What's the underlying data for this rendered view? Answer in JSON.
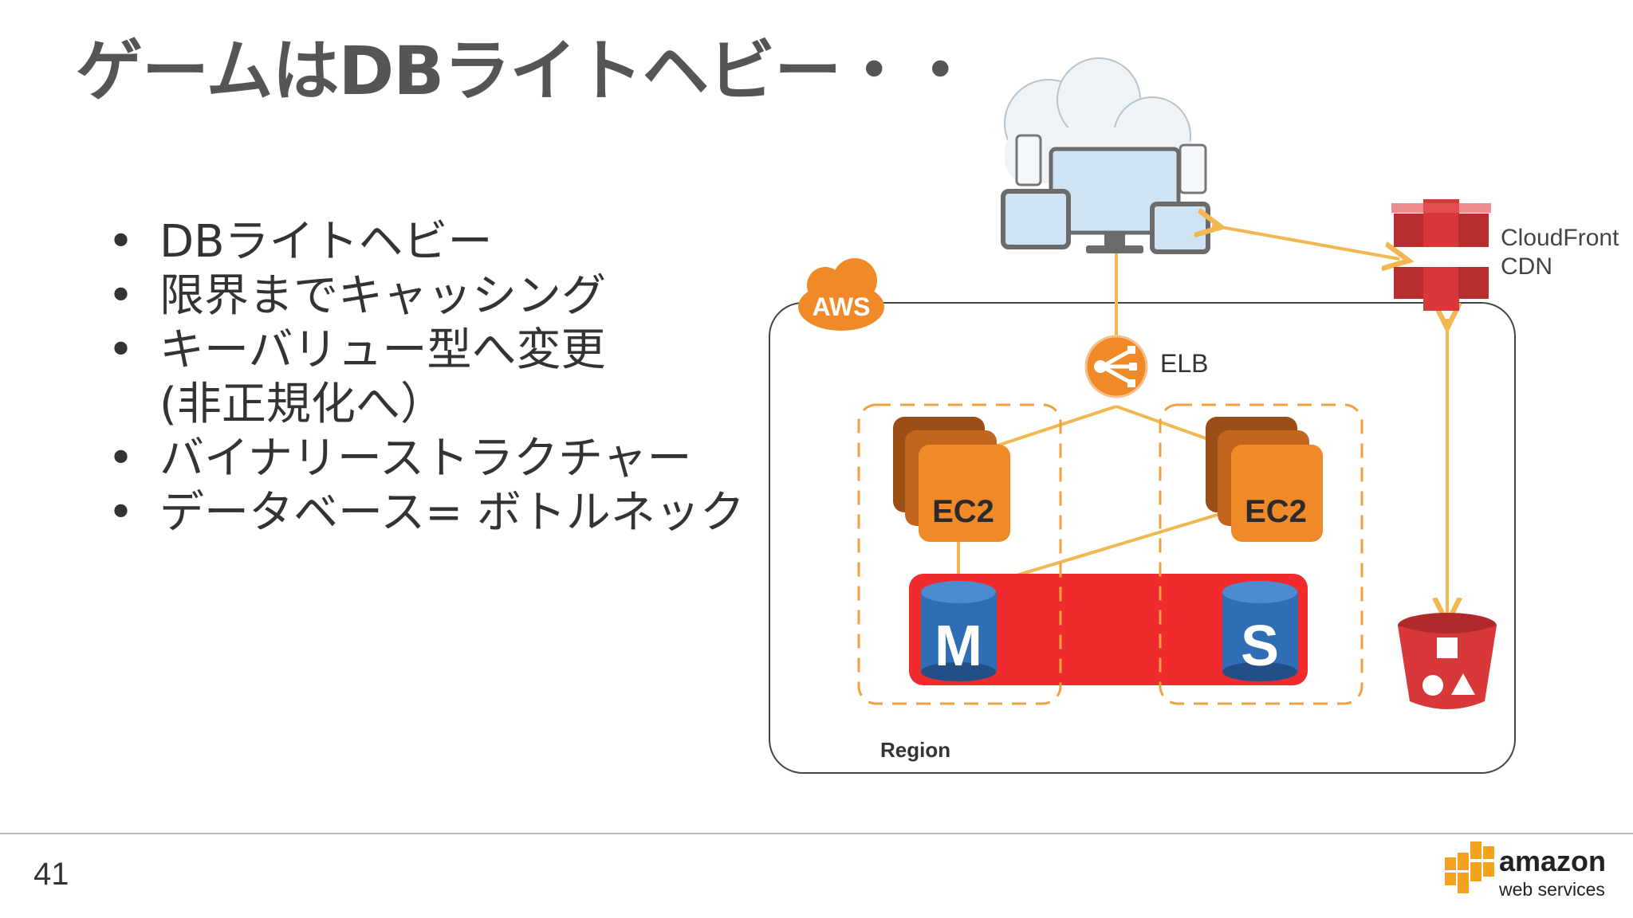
{
  "slide": {
    "title": "ゲームはDBライトヘビー・・",
    "page_number": "41"
  },
  "bullets": [
    {
      "lines": [
        "DBライトヘビー"
      ]
    },
    {
      "lines": [
        "限界までキャッシング"
      ]
    },
    {
      "lines": [
        "キーバリュー型へ変更",
        "(非正規化へ）"
      ]
    },
    {
      "lines": [
        "バイナリーストラクチャー"
      ]
    },
    {
      "lines": [
        "データベース= ボトルネック"
      ]
    }
  ],
  "bullet_glyph": "•",
  "diagram": {
    "aws_badge": "AWS",
    "elb_label": "ELB",
    "cloudfront_label_1": "CloudFront",
    "cloudfront_label_2": "CDN",
    "ec2_left_label": "EC2",
    "ec2_right_label": "EC2",
    "db_master_label": "M",
    "db_slave_label": "S",
    "region_label": "Region"
  },
  "logo": {
    "word1": "amazon",
    "word2": "web services"
  },
  "colors": {
    "aws_orange": "#f08a28",
    "db_red": "#ef2b2d",
    "db_blue": "#2f6eb5",
    "cf_red": "#d9383a",
    "arrow": "#f3b752"
  }
}
